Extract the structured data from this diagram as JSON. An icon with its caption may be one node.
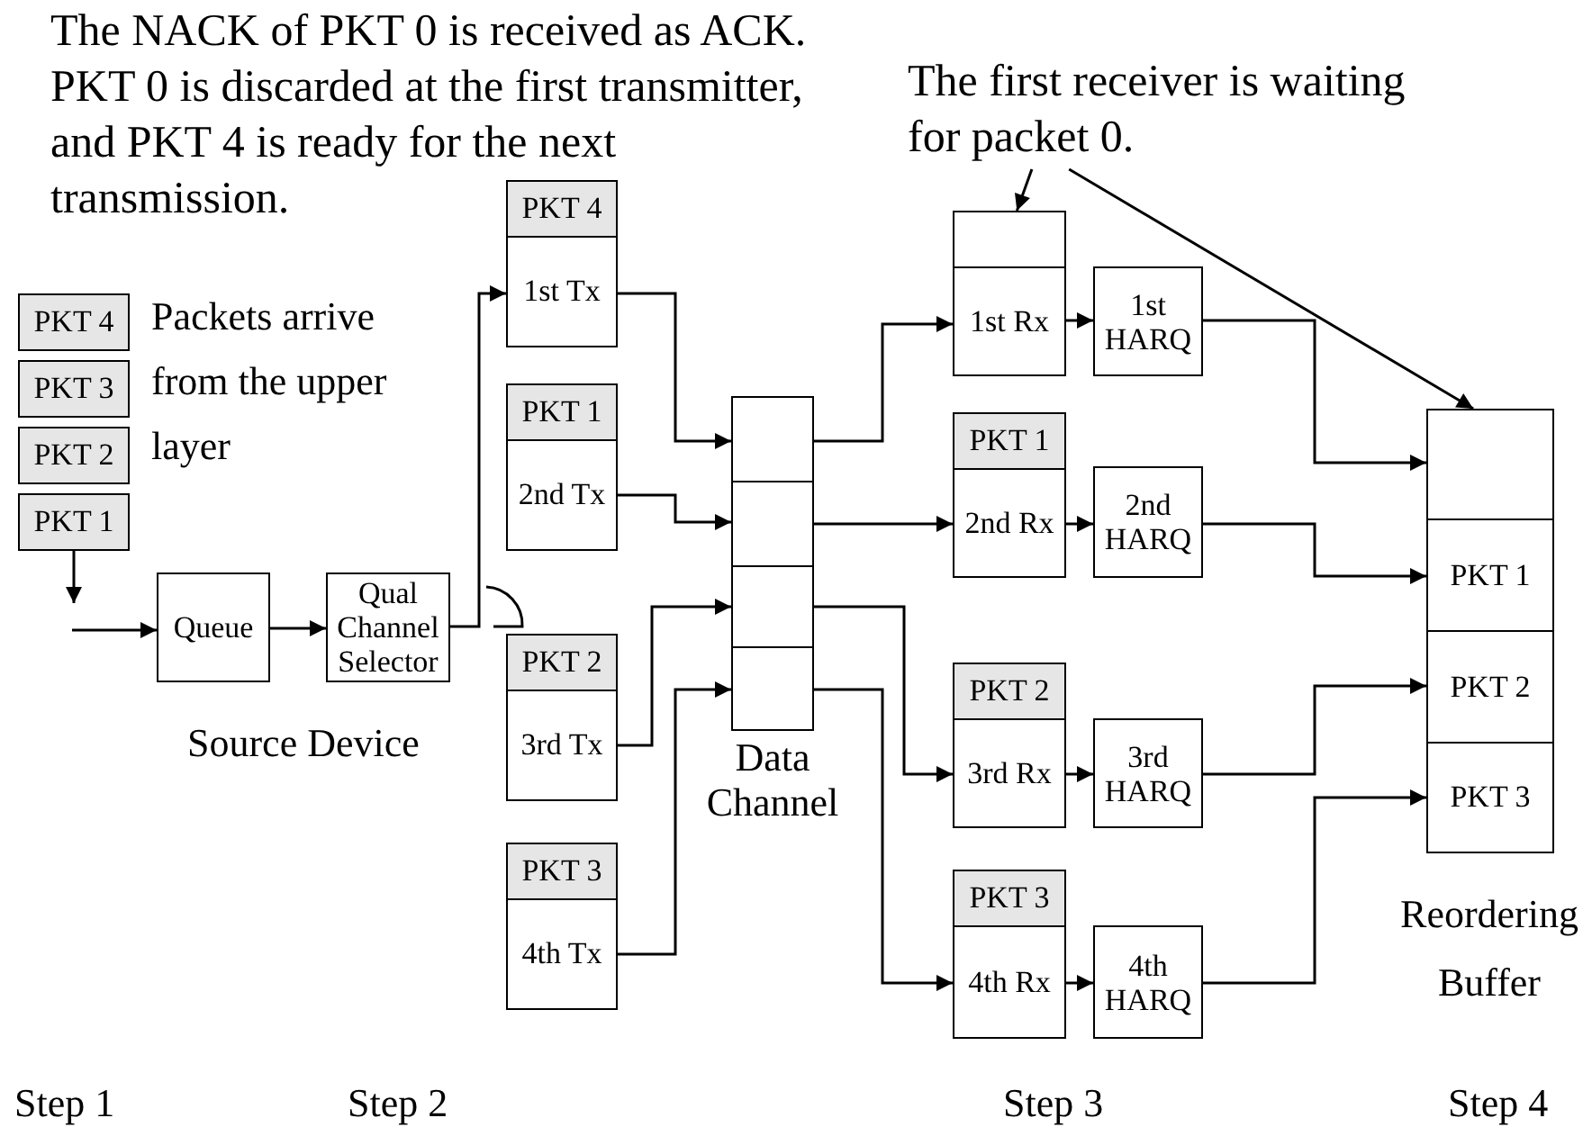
{
  "diagram": {
    "nodes": [
      {
        "text": [
          "PKT 4"
        ]
      },
      {
        "text": [
          "PKT 3"
        ]
      },
      {
        "text": [
          "PKT 2"
        ]
      },
      {
        "text": [
          "PKT 1"
        ]
      },
      {
        "text": [
          "Queue"
        ]
      },
      {
        "text": [
          "Qual Channel Selector"
        ]
      },
      {
        "text": [
          "PKT 4",
          "1st Tx"
        ]
      },
      {
        "text": [
          "PKT 1",
          "2nd Tx"
        ]
      },
      {
        "text": [
          "PKT 2",
          "3rd Tx"
        ]
      },
      {
        "text": [
          "PKT 3",
          "4th Tx"
        ]
      },
      {
        "text": [
          "Data Channel"
        ]
      },
      {
        "text": [],
        "shape": "box",
        "in": 10
      },
      {
        "text": [],
        "shape": "box",
        "in": 10
      },
      {
        "text": [],
        "shape": "box",
        "in": 10
      },
      {
        "text": [],
        "shape": "box",
        "in": 10
      },
      {
        "text": [
          "The first receiver is waiting for packet 0."
        ]
      },
      {
        "text": [
          "1st Rx"
        ]
      },
      {
        "text": [
          "1st HARQ"
        ]
      },
      {
        "text": [
          "PKT 1",
          "2nd Rx"
        ]
      },
      {
        "text": [
          "2nd HARQ"
        ]
      },
      {
        "text": [
          "PKT 2",
          "3rd Rx"
        ]
      },
      {
        "text": [
          "3rd HARQ"
        ]
      },
      {
        "text": [
          "PKT 3",
          "4th Rx"
        ]
      },
      {
        "text": [
          "4th HARQ"
        ]
      },
      {
        "text": [
          "Reordering Buffer"
        ]
      },
      {
        "text": [],
        "shape": "box",
        "in": 24
      },
      {
        "text": [
          "PKT 1"
        ],
        "in": 24
      },
      {
        "text": [
          "PKT 2"
        ],
        "in": 24
      },
      {
        "text": [
          "PKT 3"
        ],
        "in": 24
      }
    ],
    "edges": [
      {
        "from": 3,
        "to": null,
        "arrow": "to"
      },
      {
        "from": null,
        "to": 4,
        "arrow": "to"
      },
      {
        "from": 4,
        "to": 5,
        "arrow": "to"
      },
      {
        "from": 5,
        "to": 6,
        "arrow": "to"
      },
      {
        "from": 6,
        "to": 11,
        "arrow": "to"
      },
      {
        "from": 7,
        "to": 12,
        "arrow": "to"
      },
      {
        "from": 8,
        "to": 13,
        "arrow": "to"
      },
      {
        "from": 9,
        "to": 14,
        "arrow": "to"
      },
      {
        "from": 11,
        "to": 16,
        "arrow": "to"
      },
      {
        "from": 12,
        "to": 18,
        "arrow": "to"
      },
      {
        "from": 13,
        "to": 20,
        "arrow": "to"
      },
      {
        "from": 14,
        "to": 22,
        "arrow": "to"
      },
      {
        "from": 16,
        "to": 17,
        "arrow": "to"
      },
      {
        "from": 18,
        "to": 19,
        "arrow": "to"
      },
      {
        "from": 20,
        "to": 21,
        "arrow": "to"
      },
      {
        "from": 22,
        "to": 23,
        "arrow": "to"
      },
      {
        "from": 17,
        "to": 25,
        "arrow": "to"
      },
      {
        "from": 19,
        "to": 26,
        "arrow": "to"
      },
      {
        "from": 21,
        "to": 27,
        "arrow": "to"
      },
      {
        "from": 23,
        "to": 28,
        "arrow": "to"
      },
      {
        "from": 15,
        "to": 16,
        "arrow": "to"
      },
      {
        "from": 15,
        "to": 25,
        "arrow": "to"
      }
    ],
    "labels": [
      "The NACK of PKT 0 is received as ACK.",
      "PKT 0 is discarded at the first transmitter, and PKT 4 is ready for the next transmission.",
      "Packets arrive from the upper layer",
      "Source Device",
      "Step 1",
      "Step 2",
      "Step 3",
      "Step 4"
    ]
  }
}
